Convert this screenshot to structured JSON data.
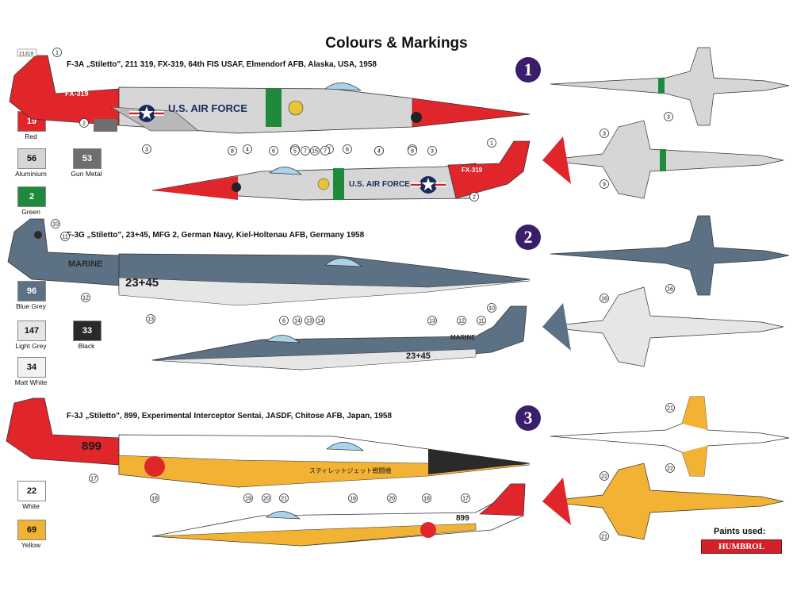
{
  "title": "Colours & Markings",
  "schemes": [
    {
      "number": "1",
      "caption": "F-3A „Stiletto\", 211 319, FX-319, 64th FIS USAF, Elmendorf AFB, Alaska, USA, 1958"
    },
    {
      "number": "2",
      "caption": "F-3G „Stiletto\", 23+45, MFG 2, German Navy, Kiel-Holtenau AFB, Germany 1958"
    },
    {
      "number": "3",
      "caption": "F-3J „Stiletto\", 899, Experimental Interceptor Sentai, JASDF, Chitose AFB, Japan, 1958"
    }
  ],
  "paints": [
    {
      "code": "19",
      "name": "Red",
      "color": "#e0262b",
      "text_color": "#ffffff"
    },
    {
      "code": "56",
      "name": "Aluminium",
      "color": "#d6d6d6",
      "text_color": "#111111"
    },
    {
      "code": "53",
      "name": "Gun Metal",
      "color": "#6d6e70",
      "text_color": "#ffffff"
    },
    {
      "code": "2",
      "name": "Green",
      "color": "#1f8a3c",
      "text_color": "#ffffff"
    },
    {
      "code": "96",
      "name": "Blue Grey",
      "color": "#5d7185",
      "text_color": "#ffffff"
    },
    {
      "code": "147",
      "name": "Light Grey",
      "color": "#e6e6e6",
      "text_color": "#111111"
    },
    {
      "code": "33",
      "name": "Black",
      "color": "#2a2a2a",
      "text_color": "#ffffff"
    },
    {
      "code": "34",
      "name": "Matt White",
      "color": "#f2f2f2",
      "text_color": "#111111"
    },
    {
      "code": "22",
      "name": "White",
      "color": "#ffffff",
      "text_color": "#111111"
    },
    {
      "code": "69",
      "name": "Yellow",
      "color": "#f2b233",
      "text_color": "#111111"
    }
  ],
  "markings": {
    "usaf_code": "FX-319",
    "usaf_text": "U.S. AIR FORCE",
    "tail_serial_1": "21319",
    "navy_text": "MARINE",
    "german_code": "23+45",
    "japan_code": "899",
    "japan_text": "スティレットジェット戦闘機"
  },
  "paints_used_label": "Paints used:",
  "brand": "HUMBROL",
  "callout_numbers": {
    "s1_top": [
      "1",
      "2",
      "3",
      "4",
      "5",
      "6",
      "7",
      "8"
    ],
    "s1_bottom": [
      "8",
      "4",
      "6",
      "5",
      "7",
      "15",
      "7",
      "4",
      "8",
      "3",
      "1",
      "2"
    ],
    "s2_top": [
      "10",
      "11",
      "12",
      "13"
    ],
    "s2_bottom": [
      "6",
      "14",
      "13",
      "14",
      "13",
      "12",
      "11",
      "10"
    ],
    "s3_top": [
      "17",
      "18"
    ],
    "s3_bottom": [
      "19",
      "20",
      "21",
      "19",
      "20",
      "18",
      "17"
    ],
    "s1_views": [
      "3",
      "3",
      "9"
    ],
    "s2_views": [
      "16",
      "16"
    ],
    "s3_views": [
      "21",
      "22",
      "22",
      "21"
    ]
  }
}
